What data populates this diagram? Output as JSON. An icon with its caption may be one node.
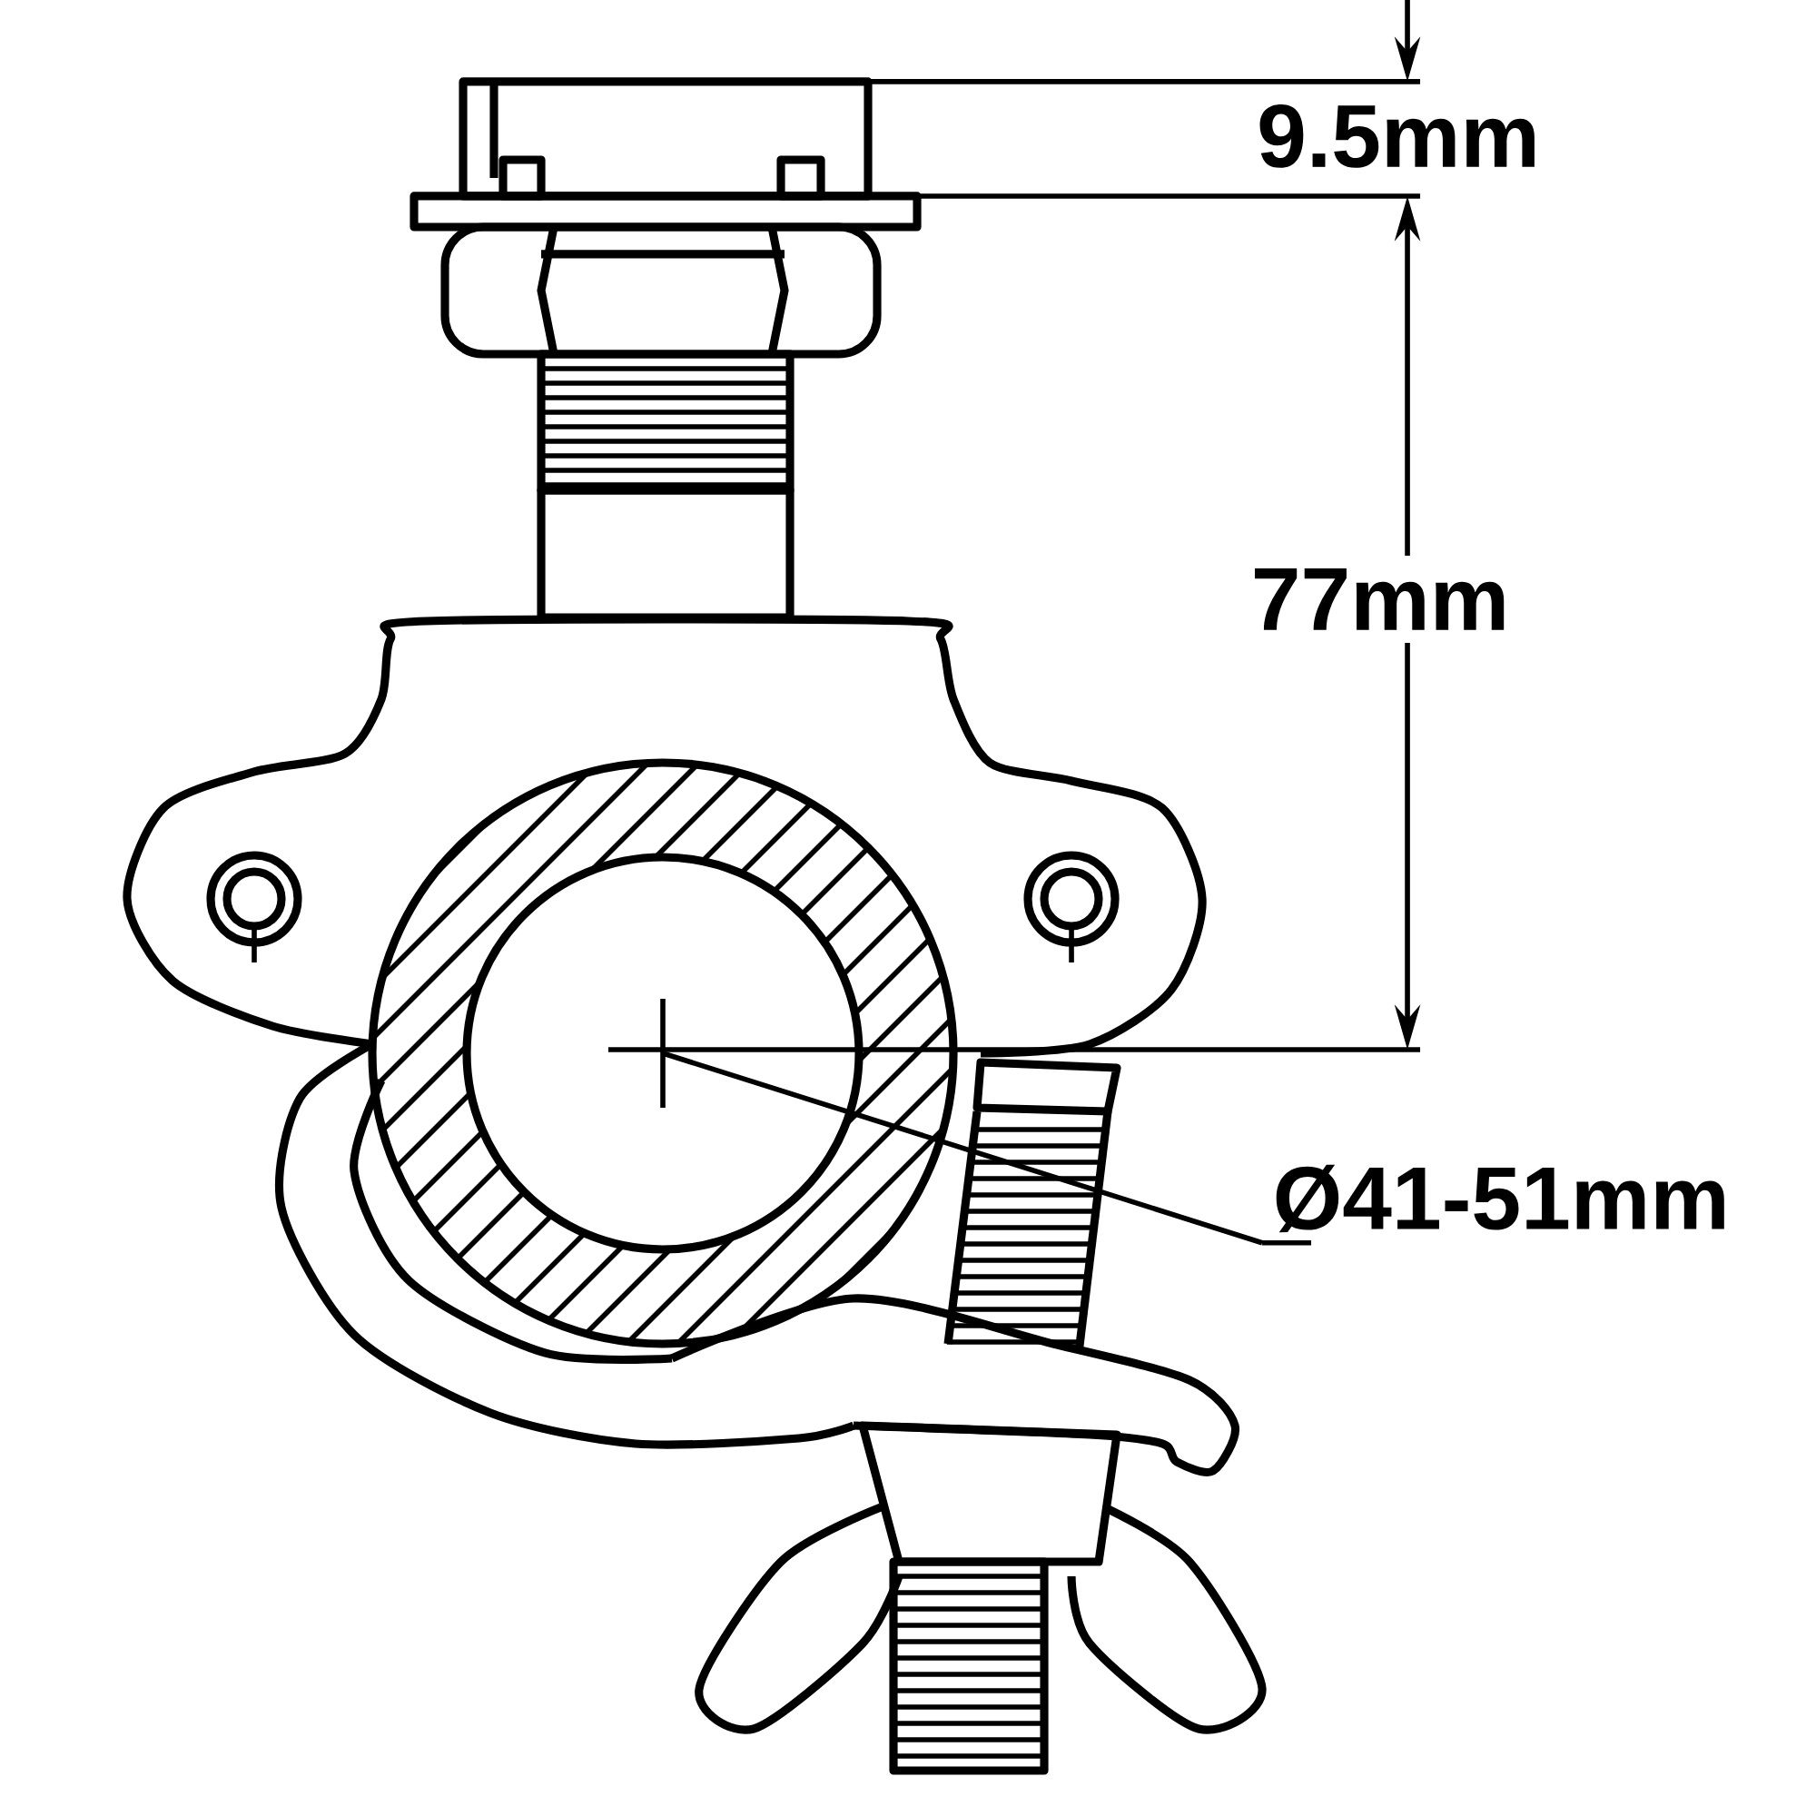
{
  "diagram": {
    "nodes": [
      {
        "text": [
          "Ø41-51mm"
        ]
      },
      {
        "text": [],
        "shape": "circle"
      }
    ],
    "edges": [
      {
        "from": 0,
        "to": 1,
        "arrow": "none"
      }
    ],
    "labels": [
      "9.5mm",
      "77mm"
    ]
  }
}
